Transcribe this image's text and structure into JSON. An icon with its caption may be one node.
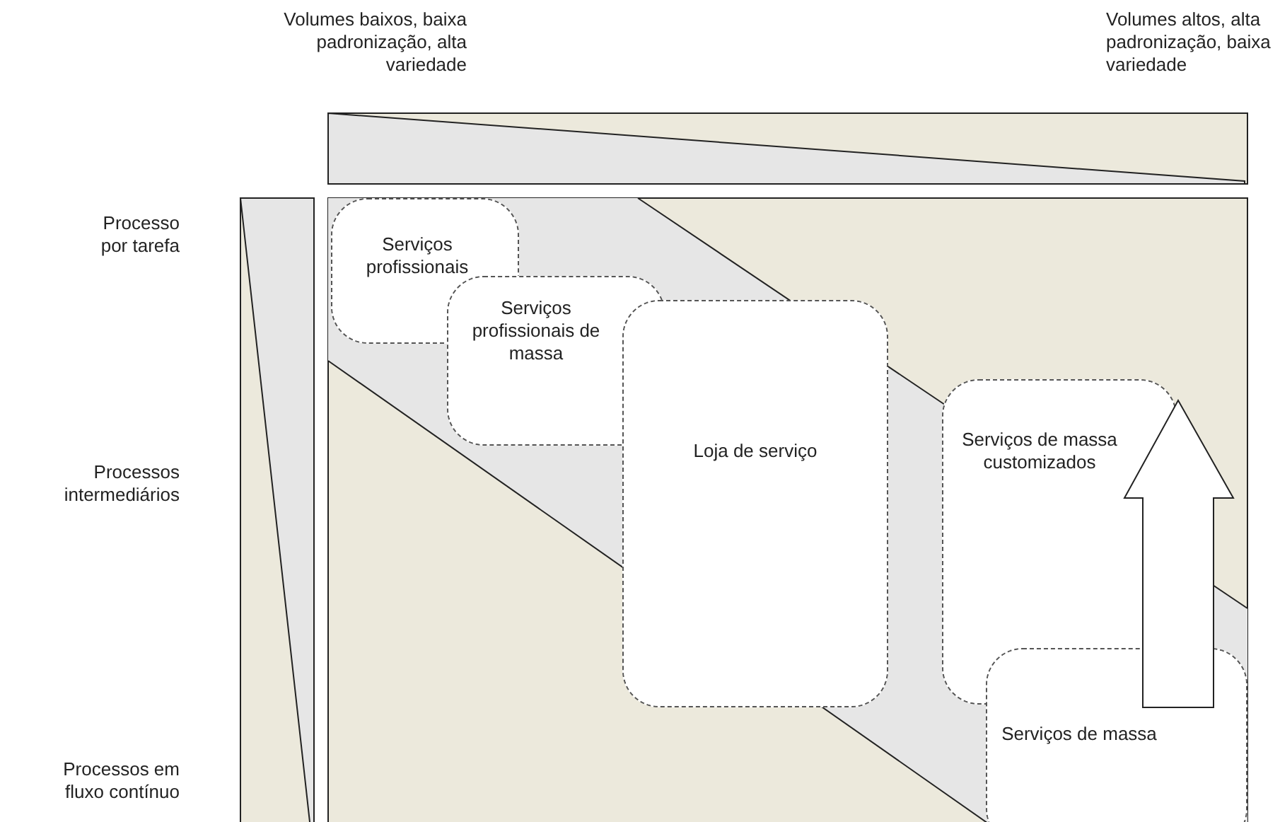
{
  "diagram": {
    "nodes": [
      {
        "text": [
          "Serviços profissionais"
        ]
      },
      {
        "text": [
          "Serviços profissionais de massa"
        ]
      },
      {
        "text": [
          "Loja de serviço"
        ]
      },
      {
        "text": [
          "Serviços de massa customizados"
        ]
      },
      {
        "text": [
          "Serviços de massa"
        ]
      }
    ],
    "edges": [
      {
        "from": 4,
        "to": 3,
        "arrow": "to"
      }
    ],
    "labels": [
      "Volumes baixos, baixa padronização, alta variedade",
      "Volumes altos, alta padronização, baixa variedade",
      "Processo por tarefa",
      "Processos intermediários",
      "Processos em fluxo contínuo"
    ]
  }
}
